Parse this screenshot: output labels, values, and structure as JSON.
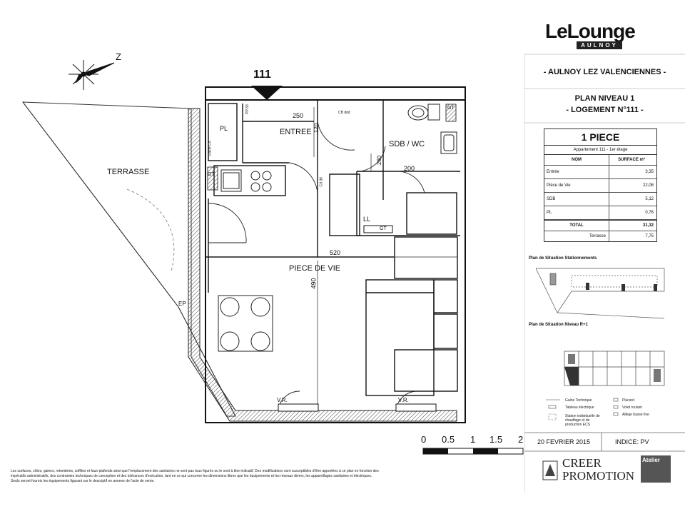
{
  "plan": {
    "north_label": "Z",
    "unit_marker": "111",
    "rooms": {
      "terrasse": "TERRASSE",
      "entree": "ENTREE",
      "sdb_wc": "SDB / WC",
      "piece_de_vie": "PIECE DE VIE",
      "pl": "PL"
    },
    "dims": {
      "d250": "250",
      "d120": "120",
      "d260": "260",
      "d200": "200",
      "d520": "520",
      "d490": "490"
    },
    "tags": {
      "gt1": "GT",
      "gt2": "GT",
      "gt3": "GT",
      "ll": "LL",
      "ep": "EP",
      "vr1": "V.R.",
      "vr2": "V.R.",
      "pp83": "PP 83",
      "cdd": "CB ddd",
      "gt_vertical": "Gaine Ch",
      "dd": "Cd dd"
    },
    "scale": {
      "ticks": [
        "0",
        "0.5",
        "1",
        "1.5",
        "2"
      ]
    }
  },
  "panel": {
    "brand": "LeLounge",
    "brand_sub": "AULNOY",
    "location": "- AULNOY LEZ VALENCIENNES -",
    "plan_level": "PLAN NIVEAU 1",
    "logement": "- LOGEMENT N°111 -",
    "table": {
      "title": "1 PIECE",
      "subtitle": "Appartement 111 - 1er étage",
      "col_name": "NOM",
      "col_surface": "SURFACE m²",
      "rows": [
        {
          "name": "Entrée",
          "surface": "3,35"
        },
        {
          "name": "Pièce de Vie",
          "surface": "22,08"
        },
        {
          "name": "SDB",
          "surface": "5,12"
        },
        {
          "name": "PL",
          "surface": "0,76"
        }
      ],
      "total_label": "TOTAL",
      "total_value": "31,32",
      "terrasse_label": "Terrasse",
      "terrasse_value": "7,75"
    },
    "situation_parking": "Plan de Situation Stationnements",
    "situation_level": "Plan de Situation Niveau R+1",
    "legend": {
      "gaine": "Gaine Technique",
      "tableau": "Tableau électrique",
      "station": "Station individuelle de chauffage et de production ECS",
      "placard": "Placard",
      "volet": "Volet roulant",
      "allege": "Allège basse fixe"
    },
    "date": "20 FEVRIER 2015",
    "indice": "INDICE: PV",
    "company_line1": "CREER",
    "company_line2": "PROMOTION",
    "atelier": "Atelier"
  },
  "footer": {
    "line1": "Les surfaces, côtes, gaines, retombées, soffites et faux-plafonds ainsi que l'emplacement des sanitaires ne sont pas tous figurés ou le sont à titre indicatif. Des modifications sont susceptibles d'être apportées à ce plan en fonction des",
    "line2": "impératifs administratifs, des contraintes techniques de conception et des tolérances d'exécution, tant en ce qui concerne les dimensions libres que les équipements et les réseaux divers, les appareillages sanitaires et électriques.",
    "line3": "Seuls seront fournis les équipements figurant sur le descriptif en annexe de l'acte de vente."
  }
}
